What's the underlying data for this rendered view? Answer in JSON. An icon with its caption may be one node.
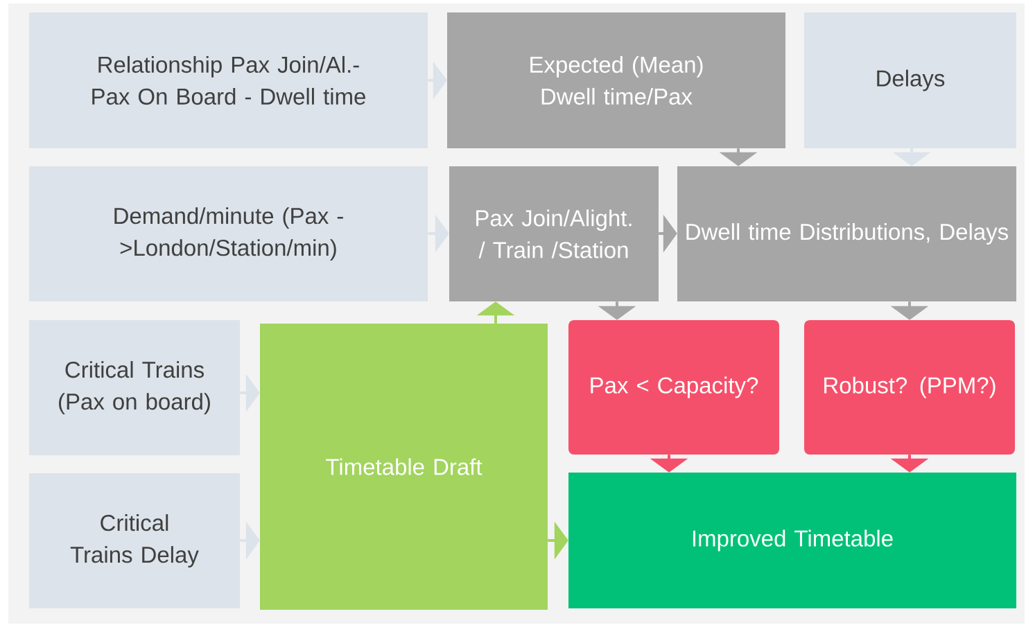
{
  "diagram": {
    "nodes": [
      {
        "text": [
          "Relationship  Pax Join/Al.- Pax On Board - Dwell time"
        ]
      },
      {
        "text": [
          "Expected (Mean) Dwell time/Pax"
        ]
      },
      {
        "text": [
          "Delays"
        ]
      },
      {
        "text": [
          "Demand/minute (Pax ->London/Station/min)"
        ]
      },
      {
        "text": [
          "Pax Join/Alight. / Train /Station"
        ]
      },
      {
        "text": [
          "Dwell time Distributions, Delays"
        ]
      },
      {
        "text": [
          "Critical Trains (Pax on board)"
        ]
      },
      {
        "text": [
          "Timetable Draft"
        ]
      },
      {
        "text": [
          "Pax < Capacity?"
        ]
      },
      {
        "text": [
          "Robust? (PPM?)"
        ]
      },
      {
        "text": [
          "Critical Trains Delay"
        ]
      },
      {
        "text": [
          "Improved Timetable"
        ]
      }
    ],
    "edges": [
      {
        "from": 0,
        "to": 1,
        "arrow": "to"
      },
      {
        "from": 1,
        "to": 5,
        "arrow": "to",
        "color": "#a6a6a6"
      },
      {
        "from": 2,
        "to": 5,
        "arrow": "to"
      },
      {
        "from": 3,
        "to": 4,
        "arrow": "to"
      },
      {
        "from": 4,
        "to": 5,
        "arrow": "to",
        "color": "#a6a6a6"
      },
      {
        "from": 4,
        "to": 8,
        "arrow": "to",
        "color": "#a6a6a6"
      },
      {
        "from": 5,
        "to": 9,
        "arrow": "to",
        "color": "#a6a6a6"
      },
      {
        "from": 7,
        "to": 4,
        "arrow": "to",
        "color": "#a2d45e"
      },
      {
        "from": 6,
        "to": 7,
        "arrow": "to"
      },
      {
        "from": 10,
        "to": 7,
        "arrow": "to"
      },
      {
        "from": 7,
        "to": 11,
        "arrow": "to",
        "color": "#a2d45e"
      },
      {
        "from": 8,
        "to": 11,
        "arrow": "to",
        "color": "#f5506b"
      },
      {
        "from": 9,
        "to": 11,
        "arrow": "to",
        "color": "#f5506b"
      }
    ]
  }
}
